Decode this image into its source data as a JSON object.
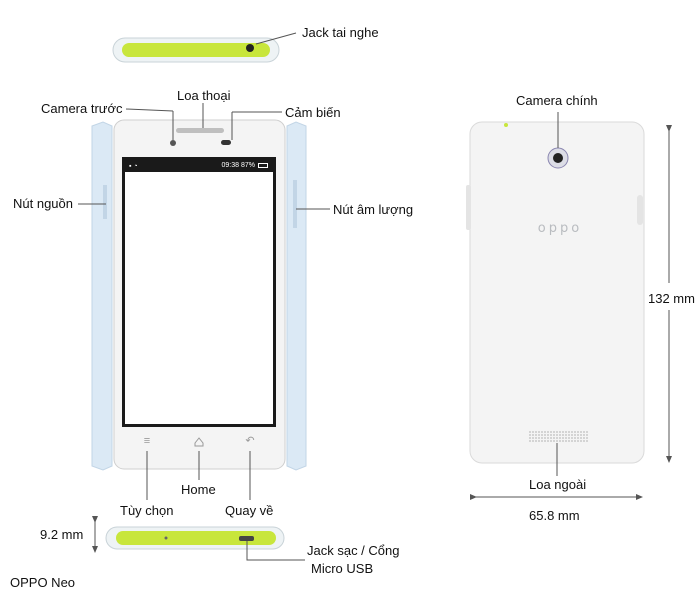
{
  "title": "OPPO Neo",
  "labels": {
    "jack_tai_nghe": "Jack tai nghe",
    "camera_truoc": "Camera trước",
    "loa_thoai": "Loa thoại",
    "cam_bien": "Cảm biến",
    "nut_nguon": "Nút nguồn",
    "nut_am_luong": "Nút âm lượng",
    "tuy_chon": "Tùy chọn",
    "home": "Home",
    "quay_ve": "Quay về",
    "camera_chinh": "Camera chính",
    "loa_ngoai": "Loa ngoài",
    "jack_sac_line1": "Jack sạc / Cổng",
    "jack_sac_line2": "Micro USB"
  },
  "dimensions": {
    "height": "132 mm",
    "width": "65.8 mm",
    "thickness": "9.2 mm"
  },
  "screen": {
    "time": "09:38",
    "battery": "87%"
  },
  "back": {
    "brand": "oppo"
  },
  "colors": {
    "accent_green": "#c8e63c",
    "body_white": "#f4f4f4",
    "side_blue": "#dbe9f5",
    "line": "#444444"
  }
}
